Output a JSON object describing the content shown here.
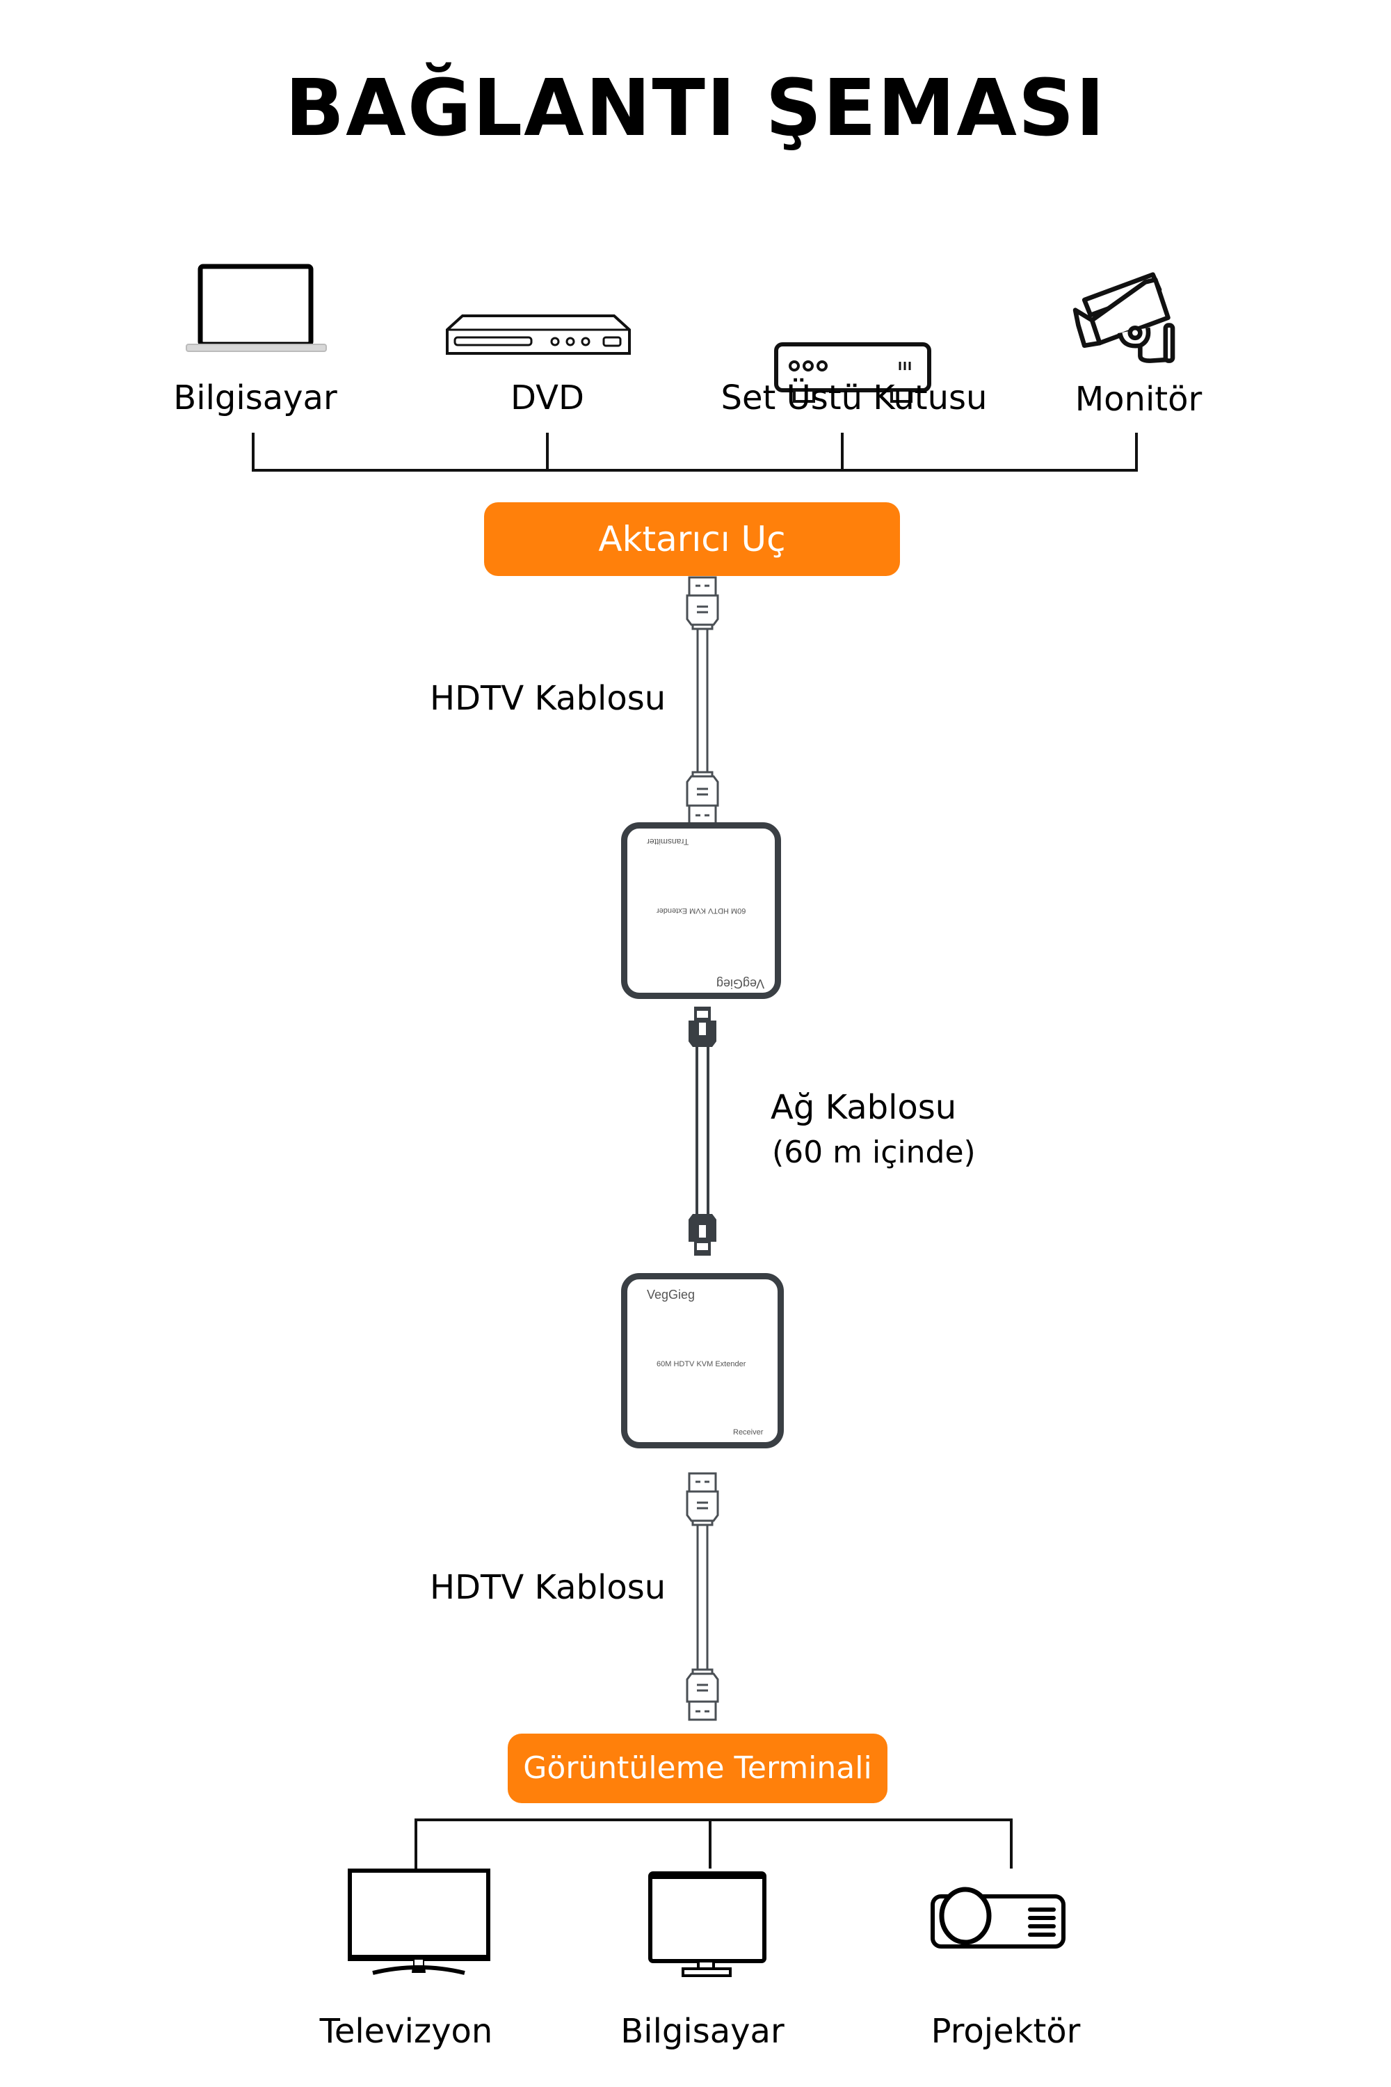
{
  "title": "BAĞLANTI ŞEMASI",
  "sources": [
    {
      "label": "Bilgisayar",
      "icon": "laptop-icon"
    },
    {
      "label": "DVD",
      "icon": "dvd-player-icon"
    },
    {
      "label": "Set Üstü Kutusu",
      "icon": "set-top-box-icon"
    },
    {
      "label": "Monitör",
      "icon": "security-camera-icon"
    }
  ],
  "transmitter_button": "Aktarıcı Uç",
  "cable_top_label": "HDTV Kablosu",
  "transmitter_device": {
    "brand": "VegGieg",
    "model": "60M HDTV KVM Extender",
    "role": "Transmitter"
  },
  "network_cable": {
    "label": "Ağ Kablosu",
    "note": "(60 m içinde)"
  },
  "receiver_device": {
    "brand": "VegGieg",
    "model": "60M HDTV KVM Extender",
    "role": "Receiver"
  },
  "cable_bottom_label": "HDTV Kablosu",
  "display_button": "Görüntüleme Terminali",
  "displays": [
    {
      "label": "Televizyon",
      "icon": "tv-icon"
    },
    {
      "label": "Bilgisayar",
      "icon": "desktop-monitor-icon"
    },
    {
      "label": "Projektör",
      "icon": "projector-icon"
    }
  ],
  "colors": {
    "accent": "#ff800b",
    "device_outline": "#3a3f44"
  }
}
